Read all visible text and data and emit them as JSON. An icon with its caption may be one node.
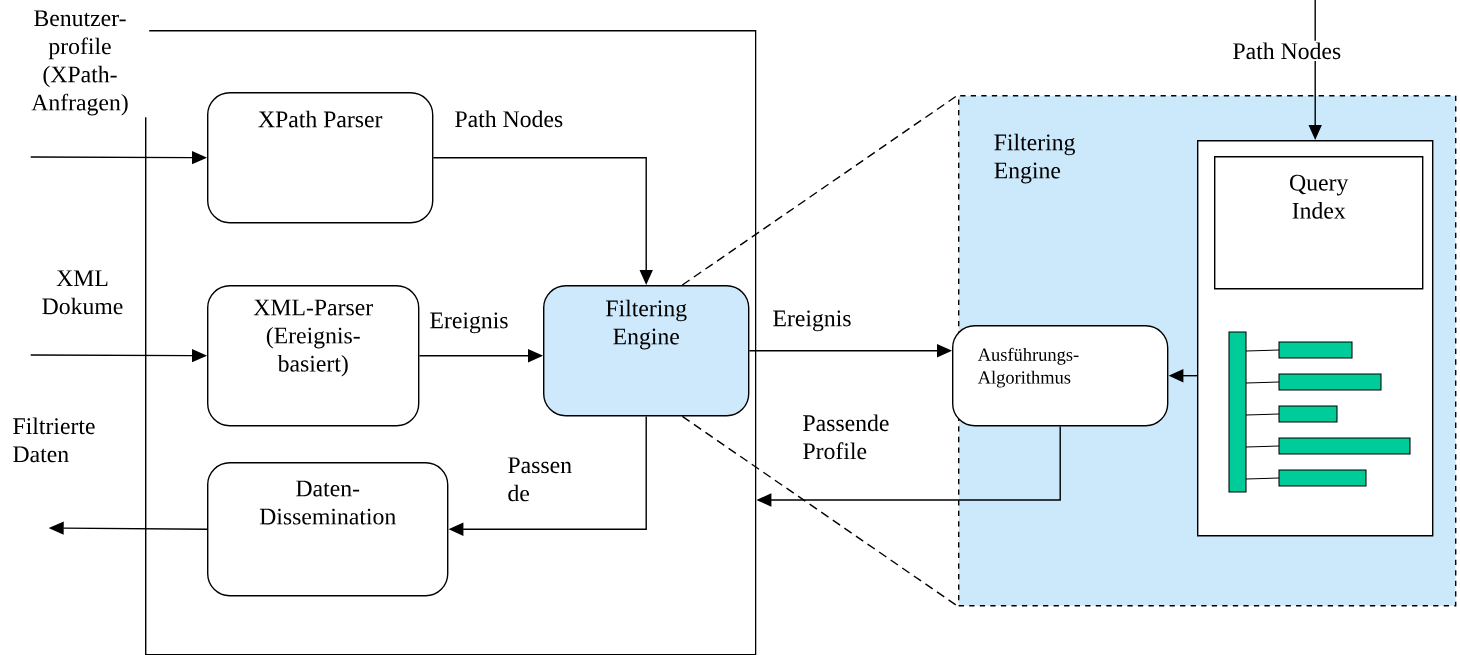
{
  "diagram": {
    "nodes": [
      {
        "text": [],
        "shape": "box"
      },
      {
        "text": [
          "XPath Parser"
        ],
        "in": 0
      },
      {
        "text": [
          "XML-Parser (Ereignis-basiert)"
        ],
        "in": 0
      },
      {
        "text": [
          "Filtering Engine"
        ],
        "in": 0
      },
      {
        "text": [
          "Daten-Dissemination"
        ],
        "in": 0
      },
      {
        "text": [
          "Filtering Engine"
        ]
      },
      {
        "text": [
          "Ausführungs-Algorithmus"
        ],
        "in": 5
      },
      {
        "text": [],
        "shape": "box",
        "in": 5
      },
      {
        "text": [
          "Query Index"
        ],
        "in": 7
      }
    ],
    "edges": [
      {
        "from": null,
        "to": 1,
        "arrow": "to",
        "label": "Benutzer-profile (XPath-Anfragen)"
      },
      {
        "from": null,
        "to": 2,
        "arrow": "to",
        "label": "XML Dokume"
      },
      {
        "from": 1,
        "to": 3,
        "arrow": "to",
        "label": "Path Nodes"
      },
      {
        "from": 2,
        "to": 3,
        "arrow": "to",
        "label": "Ereignis"
      },
      {
        "from": 3,
        "to": 4,
        "arrow": "to",
        "label": "Passen de"
      },
      {
        "from": 4,
        "to": null,
        "arrow": "to",
        "label": "Filtrierte Daten"
      },
      {
        "from": 3,
        "to": 6,
        "arrow": "to",
        "label": "Ereignis"
      },
      {
        "from": 6,
        "to": 0,
        "arrow": "to",
        "label": "Passende Profile"
      },
      {
        "from": null,
        "to": 7,
        "arrow": "to",
        "label": "Path Nodes"
      },
      {
        "from": 7,
        "to": 6,
        "arrow": "to"
      },
      {
        "from": 3,
        "to": 5,
        "arrow": "none",
        "style": "dashed"
      },
      {
        "from": 3,
        "to": 5,
        "arrow": "none",
        "style": "dashed"
      }
    ]
  }
}
